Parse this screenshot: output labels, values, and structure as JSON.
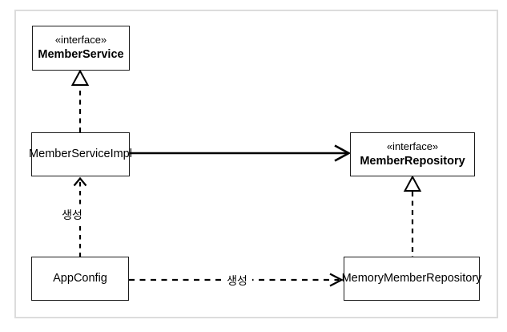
{
  "diagram": {
    "title": "UML class diagram",
    "nodes": {
      "member_service": {
        "stereotype": "«interface»",
        "name": "MemberService"
      },
      "member_service_impl": {
        "name": "MemberServiceImpl"
      },
      "app_config": {
        "name": "AppConfig"
      },
      "member_repository": {
        "stereotype": "«interface»",
        "name": "MemberRepository"
      },
      "memory_member_repository": {
        "name": "MemoryMemberRepository"
      }
    },
    "edges": [
      {
        "from": "MemberServiceImpl",
        "to": "MemberService",
        "type": "realization",
        "line": "dashed",
        "arrowhead": "hollow-triangle",
        "label": ""
      },
      {
        "from": "MemberServiceImpl",
        "to": "MemberRepository",
        "type": "association",
        "line": "solid",
        "arrowhead": "open",
        "label": ""
      },
      {
        "from": "AppConfig",
        "to": "MemberServiceImpl",
        "type": "dependency",
        "line": "dashed",
        "arrowhead": "open",
        "label": "생성"
      },
      {
        "from": "MemoryMemberRepository",
        "to": "MemberRepository",
        "type": "realization",
        "line": "dashed",
        "arrowhead": "hollow-triangle",
        "label": ""
      },
      {
        "from": "AppConfig",
        "to": "MemoryMemberRepository",
        "type": "dependency",
        "line": "dashed",
        "arrowhead": "open",
        "label": "생성"
      }
    ],
    "colors": {
      "background": "#ffffff",
      "box_border": "#1c1c1c",
      "line": "#000000",
      "frame_border": "#dcdcdc",
      "text": "#000000"
    }
  }
}
